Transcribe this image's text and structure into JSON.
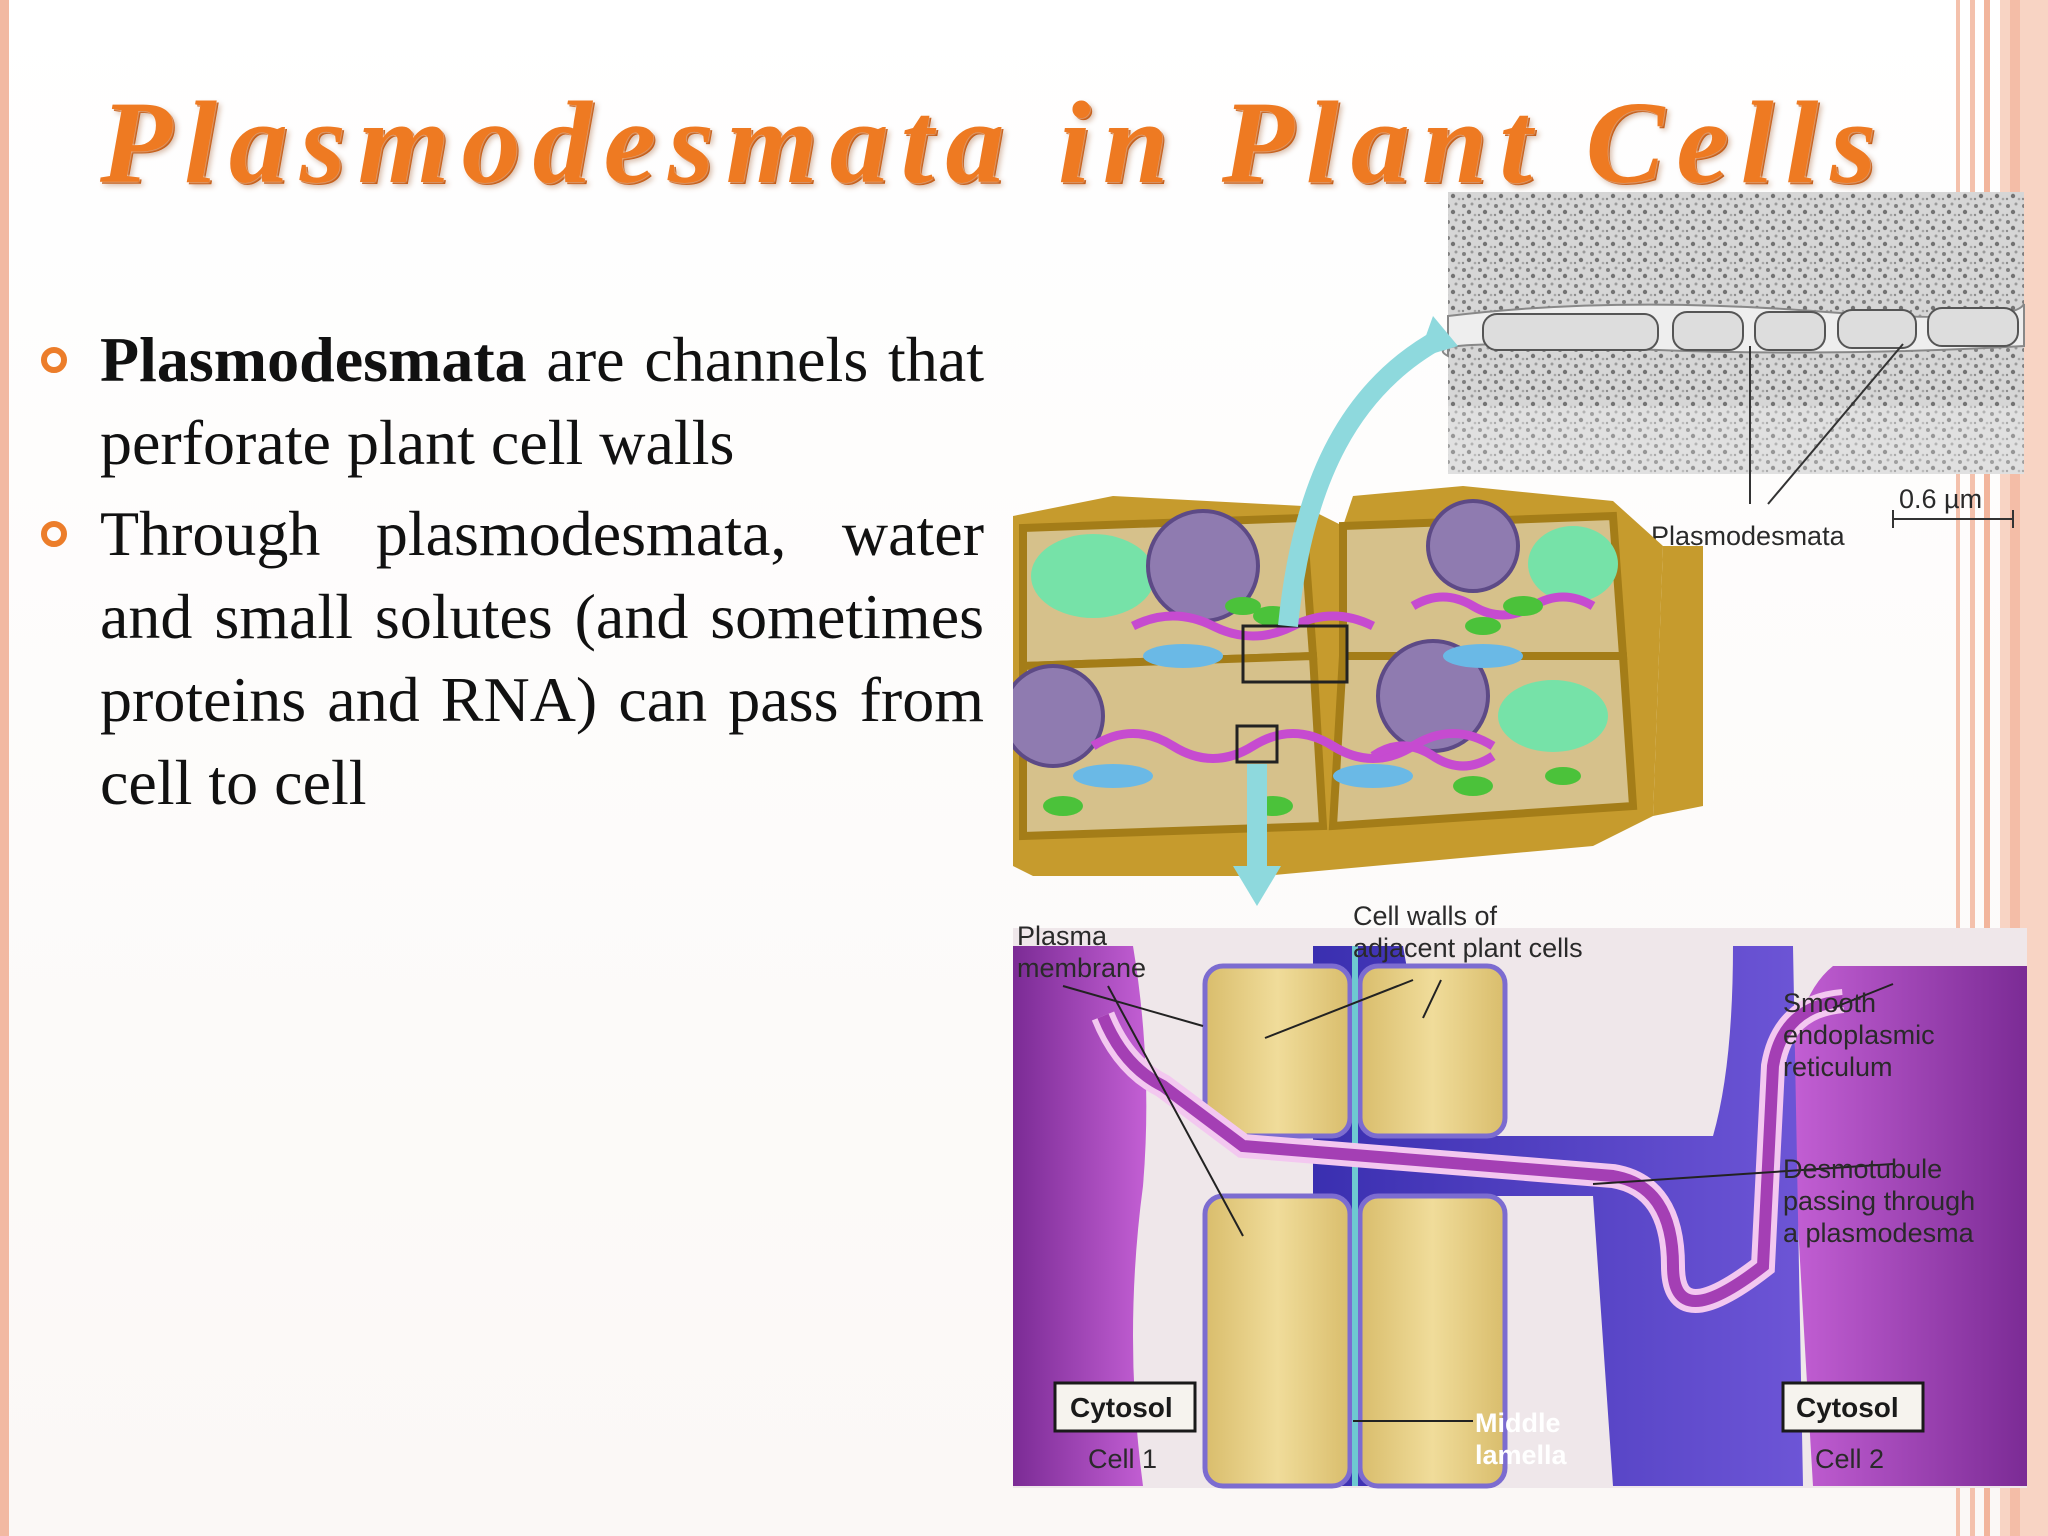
{
  "slide": {
    "title": "Plasmodesmata in Plant Cells",
    "bullets": [
      {
        "bold": "Plasmodesmata",
        "text": " are channels that perforate plant cell walls"
      },
      {
        "bold": "",
        "text": "Through plasmodesmata, water and small solutes (and sometimes proteins and RNA) can pass from cell to cell"
      }
    ]
  },
  "figure": {
    "micrograph": {
      "label": "Plasmodesmata",
      "scale_bar": "0.6 µm"
    },
    "labels": {
      "plasma_membrane_line1": "Plasma",
      "plasma_membrane_line2": "membrane",
      "cell_walls_line1": "Cell walls of",
      "cell_walls_line2": "adjacent plant cells",
      "smooth_er_line1": "Smooth",
      "smooth_er_line2": "endoplasmic",
      "smooth_er_line3": "reticulum",
      "desmotubule_line1": "Desmotubule",
      "desmotubule_line2": "passing through",
      "desmotubule_line3": "a plasmodesma",
      "cytosol_left": "Cytosol",
      "cell1": "Cell 1",
      "middle_lamella_line1": "Middle",
      "middle_lamella_line2": "lamella",
      "cytosol_right": "Cytosol",
      "cell2": "Cell 2"
    }
  },
  "colors": {
    "title": "#ee7a22",
    "bullet_ring": "#ec7d2a",
    "border": "#f2b9a2"
  }
}
